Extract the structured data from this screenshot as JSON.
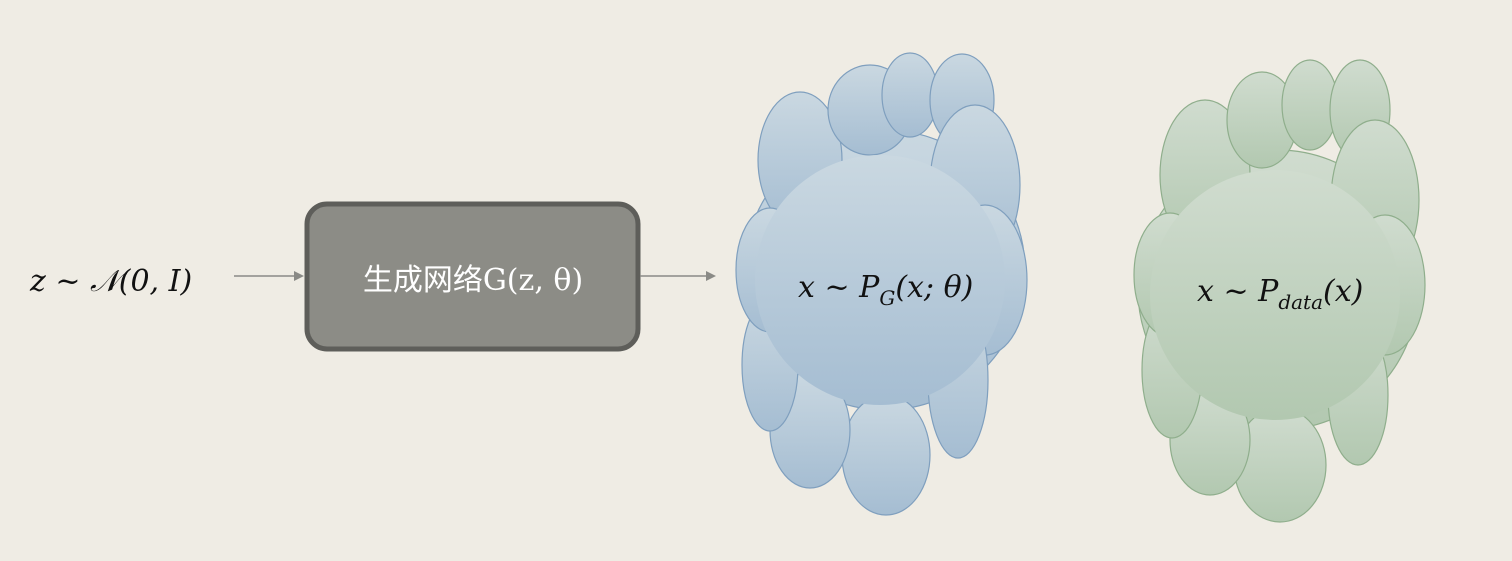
{
  "input": {
    "label": "z ~ 𝒩(0, I)"
  },
  "generator": {
    "label": "生成网络G(z, θ)"
  },
  "generated_distribution": {
    "label": "x ~ P",
    "subscript": "G",
    "label_tail": "(x; θ)"
  },
  "data_distribution": {
    "label": "x ~ P",
    "subscript": "data",
    "label_tail": "(x)"
  },
  "colors": {
    "background": "#efece4",
    "box_fill": "#8c8c86",
    "box_border": "#5e5e5a",
    "arrow": "#8a8a86",
    "blue_cloud_top": "#cad8e1",
    "blue_cloud_bottom": "#a5bdd2",
    "blue_cloud_stroke": "#7f9fbe",
    "green_cloud_top": "#d0dccf",
    "green_cloud_bottom": "#b2c8b0",
    "green_cloud_stroke": "#8fae8c"
  }
}
